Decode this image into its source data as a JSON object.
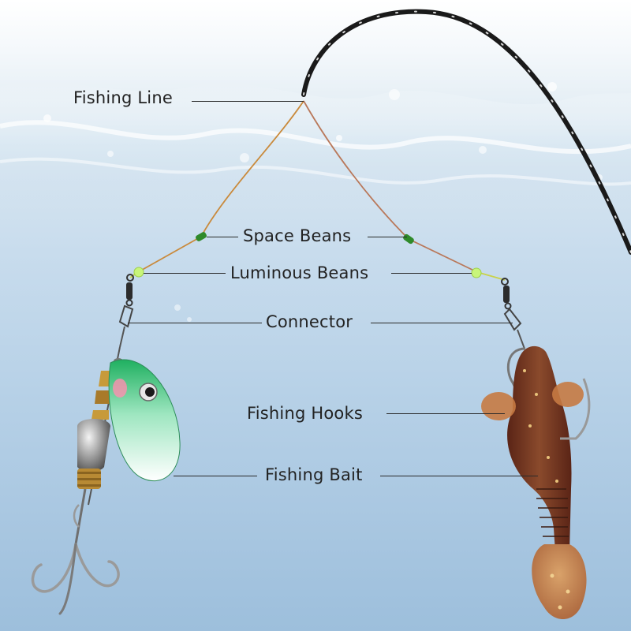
{
  "labels": {
    "fishing_line": "Fishing Line",
    "space_beans": "Space Beans",
    "luminous_beans": "Luminous Beans",
    "connector": "Connector",
    "fishing_hooks": "Fishing Hooks",
    "fishing_bait": "Fishing Bait"
  },
  "colors": {
    "text": "#222222",
    "leader_line": "#2a2a2a",
    "rod": "#1a1a1a",
    "line_left": "#c98a3c",
    "line_right": "#b9785a",
    "space_bean": "#2f8a2a",
    "luminous_bean": "#c8f57a",
    "spinner_blade": "#2fbf78",
    "soft_bait": "#7a3b26"
  },
  "icons": [
    "fishing-rod-icon",
    "spinner-lure-icon",
    "soft-bait-icon",
    "treble-hook-icon",
    "swivel-icon"
  ]
}
